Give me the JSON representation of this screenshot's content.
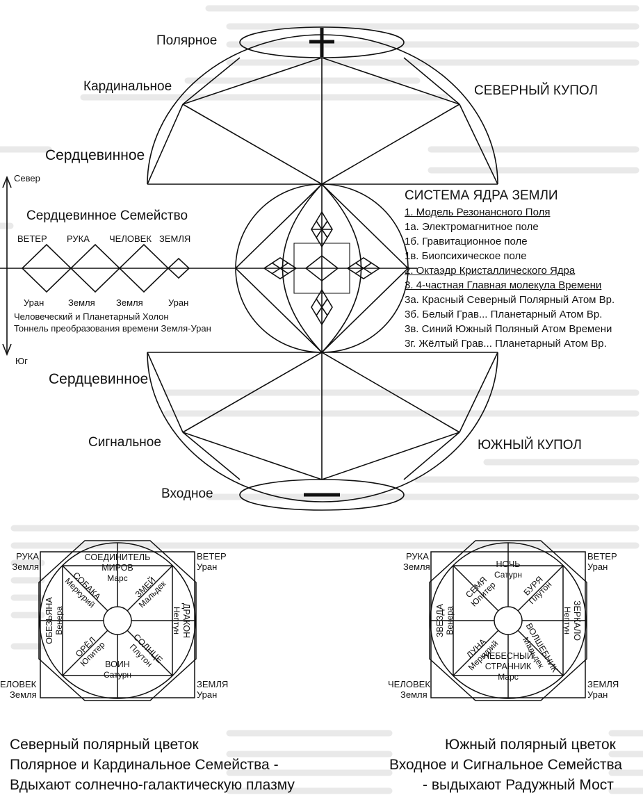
{
  "top_diagram": {
    "polar_label": "Полярное",
    "cardinal_label": "Кардинальное",
    "heart_upper_label": "Сердцевинное",
    "heart_lower_label": "Сердцевинное",
    "signal_label": "Сигнальное",
    "input_label": "Входное",
    "north_dome_label": "СЕВЕРНЫЙ КУПОЛ",
    "south_dome_label": "ЮЖНЫЙ КУПОЛ",
    "plus_symbol": "+",
    "minus_symbol": "—"
  },
  "core_system": {
    "title": "СИСТЕМА ЯДРА ЗЕМЛИ",
    "items": [
      "1. Модель Резонансного Поля",
      "1а. Электромагнитное поле",
      "1б. Гравитационное поле",
      "1в. Биопсихическое поле",
      "2. Октаэдр Кристаллического Ядра",
      "3. 4-частная Главная молекула Времени",
      "3а. Красный Северный Полярный Атом Вр.",
      "3б. Белый Грав... Планетарный Атом Вр.",
      "3в. Синий Южный Поляный Атом Времени",
      "3г. Жёлтый Грав... Планетарный Атом Вр."
    ]
  },
  "family_axis": {
    "north_label": "Север",
    "south_label": "Юг",
    "title": "Сердцевинное Семейство",
    "top_labels": [
      "ВЕТЕР",
      "РУКА",
      "ЧЕЛОВЕК",
      "ЗЕМЛЯ"
    ],
    "bottom_labels": [
      "Уран",
      "Земля",
      "Земля",
      "Уран"
    ],
    "holon_line1": "Человеческий и Планетарный Холон",
    "holon_line2": "Тоннель преобразования времени Земля-Уран"
  },
  "north_flower": {
    "corners": {
      "tl_title": "РУКА",
      "tl_sub": "Земля",
      "tr_title": "ВЕТЕР",
      "tr_sub": "Уран",
      "bl_title": "ЕЛОВЕК",
      "bl_sub": "Земля",
      "br_title": "ЗЕМЛЯ",
      "br_sub": "Уран"
    },
    "top_line1": "СОЕДИНИТЕЛЬ",
    "top_line2": "МИРОВ",
    "top_planet": "Марс",
    "bottom_title": "ВОИН",
    "bottom_planet": "Сатурн",
    "left_title": "ОБЕЗЬЯНА",
    "left_planet": "Венера",
    "right_title": "ДРАКОН",
    "right_planet": "Нептун",
    "tl_title": "СОБАКА",
    "tl_planet": "Меркурий",
    "tr_title": "ЗМЕЙ",
    "tr_planet": "Мальдек",
    "bl_title": "ОРЁЛ",
    "bl_planet": "Юпитер",
    "br_title": "СОЛНЦЕ",
    "br_planet": "Плутон",
    "caption_line1": "Северный полярный цветок",
    "caption_line2": "Полярное и Кардинальное Семейства -",
    "caption_line3": "Вдыхают солнечно-галактическую плазму"
  },
  "south_flower": {
    "corners": {
      "tl_title": "РУКА",
      "tl_sub": "Земля",
      "tr_title": "ВЕТЕР",
      "tr_sub": "Уран",
      "bl_title": "ЧЕЛОВЕК",
      "bl_sub": "Земля",
      "br_title": "ЗЕМЛЯ",
      "br_sub": "Уран"
    },
    "top_title": "НОЧЬ",
    "top_planet": "Сатурн",
    "bottom_line1": "НЕБЕСНЫЙ",
    "bottom_line2": "СТРАННИК",
    "bottom_planet": "Марс",
    "left_title": "ЗВЕЗДА",
    "left_planet": "Венера",
    "right_title": "ЗЕРКАЛО",
    "right_planet": "Нептун",
    "tl_title": "СЕМЯ",
    "tl_planet": "Юпитер",
    "tr_title": "БУРЯ",
    "tr_planet": "Плутон",
    "bl_title": "ЛУНА",
    "bl_planet": "Меркурий",
    "br_title": "ВОЛШЕБНИК",
    "br_planet": "Мальдек",
    "caption_line1": "Южный полярный цветок",
    "caption_line2": "Входное и Сигнальное Семейства",
    "caption_line3": "- выдыхают Радужный Мост"
  }
}
